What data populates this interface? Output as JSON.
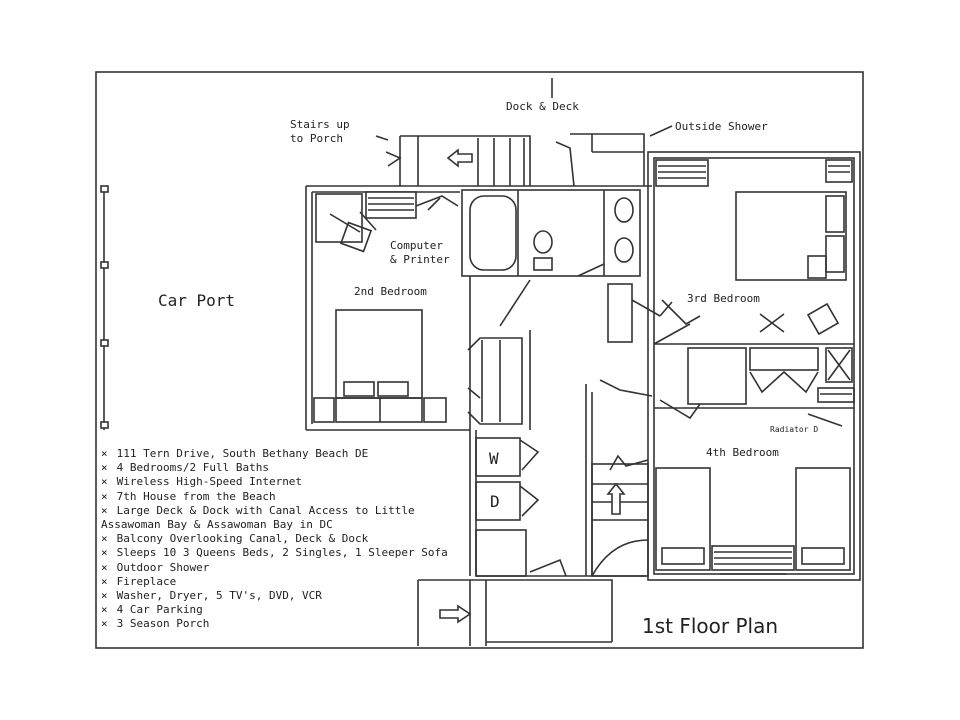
{
  "title": "1st Floor Plan",
  "labels": {
    "dock_deck": "Dock & Deck",
    "stairs_line1": "Stairs up",
    "stairs_line2": "to Porch",
    "outside_shower": "Outside Shower",
    "computer_line1": "Computer",
    "computer_line2": "& Printer",
    "car_port": "Car Port",
    "bedroom2": "2nd Bedroom",
    "bedroom3": "3rd Bedroom",
    "bedroom4": "4th Bedroom",
    "radiator": "Radiator D",
    "washer": "W",
    "dryer": "D"
  },
  "features": [
    "111 Tern Drive, South Bethany Beach DE",
    "4 Bedrooms/2 Full Baths",
    "Wireless High-Speed Internet",
    "7th House from the Beach",
    "Large Deck & Dock with Canal Access to Little Assawoman Bay & Assawoman Bay in DC",
    "Balcony Overlooking Canal, Deck & Dock",
    "Sleeps 10 3 Queens Beds, 2 Singles, 1 Sleeper Sofa",
    "Outdoor Shower",
    "Fireplace",
    "Washer, Dryer, 5 TV's, DVD, VCR",
    "4 Car Parking",
    "3 Season Porch"
  ],
  "colors": {
    "line": "#333333",
    "background": "#ffffff"
  }
}
